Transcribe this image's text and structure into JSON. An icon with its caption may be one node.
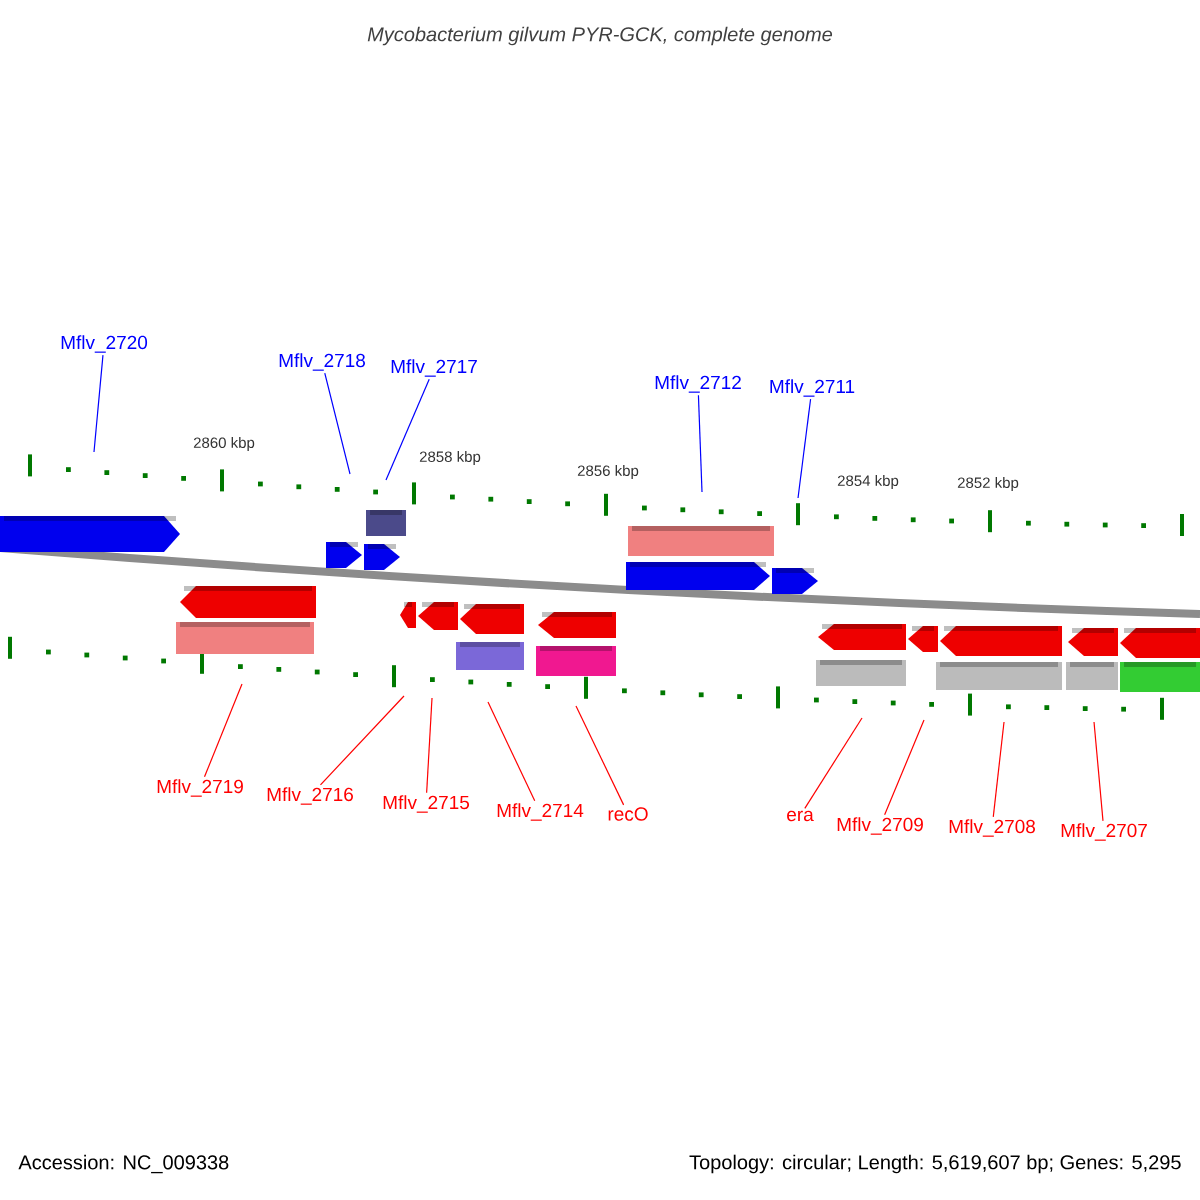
{
  "diagram": {
    "title": "Mycobacterium gilvum PYR-GCK, complete genome",
    "nodes": [
      {
        "text": [
          "Mflv_2720"
        ]
      },
      {
        "text": [
          "Mflv_2718"
        ]
      },
      {
        "text": [
          "Mflv_2717"
        ]
      },
      {
        "text": [
          "Mflv_2712"
        ]
      },
      {
        "text": [
          "Mflv_2711"
        ]
      },
      {
        "text": [
          "Mflv_2719"
        ]
      },
      {
        "text": [
          "Mflv_2716"
        ]
      },
      {
        "text": [
          "Mflv_2715"
        ]
      },
      {
        "text": [
          "Mflv_2714"
        ]
      },
      {
        "text": [
          "recO"
        ]
      },
      {
        "text": [
          "era"
        ]
      },
      {
        "text": [
          "Mflv_2709"
        ]
      },
      {
        "text": [
          "Mflv_2708"
        ]
      },
      {
        "text": [
          "Mflv_2707"
        ]
      }
    ],
    "edges": [
      {
        "from": 0,
        "to": null,
        "arrow": "none",
        "color": "#0000ff"
      },
      {
        "from": 1,
        "to": null,
        "arrow": "none",
        "color": "#0000ff"
      },
      {
        "from": 2,
        "to": null,
        "arrow": "none",
        "color": "#0000ff"
      },
      {
        "from": 3,
        "to": null,
        "arrow": "none",
        "color": "#0000ff"
      },
      {
        "from": 4,
        "to": null,
        "arrow": "none",
        "color": "#0000ff"
      },
      {
        "from": 5,
        "to": null,
        "arrow": "none"
      },
      {
        "from": 6,
        "to": null,
        "arrow": "none"
      },
      {
        "from": 7,
        "to": null,
        "arrow": "none"
      },
      {
        "from": 8,
        "to": null,
        "arrow": "none"
      },
      {
        "from": 9,
        "to": null,
        "arrow": "none"
      },
      {
        "from": 10,
        "to": null,
        "arrow": "none"
      },
      {
        "from": 11,
        "to": null,
        "arrow": "none"
      },
      {
        "from": 12,
        "to": null,
        "arrow": "none"
      },
      {
        "from": 13,
        "to": null,
        "arrow": "none"
      }
    ],
    "labels": [
      "2860 kbp",
      "2858 kbp",
      "2856 kbp",
      "2854 kbp",
      "2852 kbp",
      "Accession: NC_009338",
      "Topology: circular; Length: 5,619,607 bp; Genes: 5,295"
    ]
  }
}
